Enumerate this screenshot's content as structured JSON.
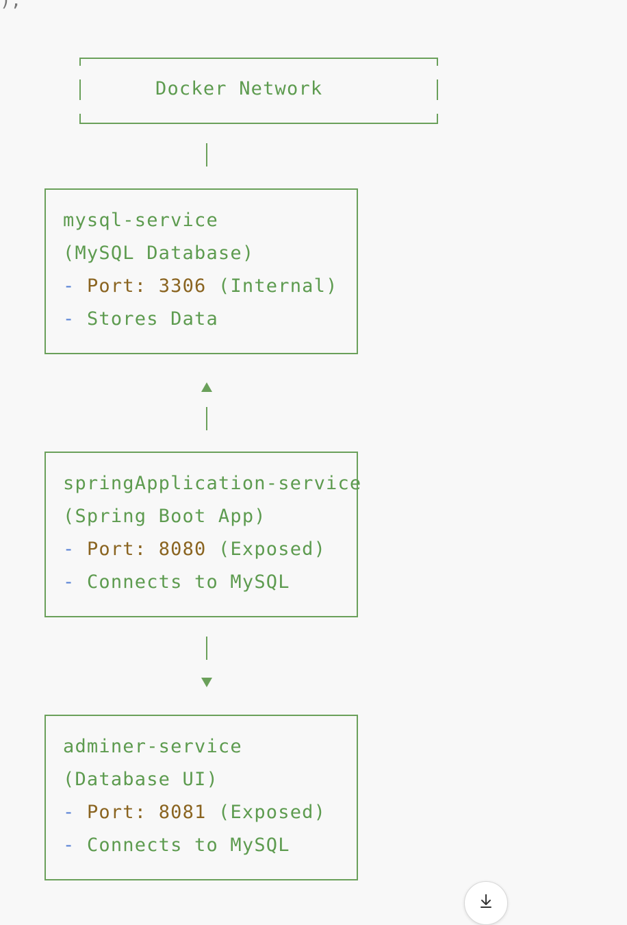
{
  "top_fragment": ");",
  "network": {
    "title": "Docker Network"
  },
  "mysql": {
    "name": "mysql-service",
    "desc": "(MySQL Database)",
    "port_key": "Port:",
    "port_num": "3306",
    "port_note": "(Internal)",
    "note": "Stores Data"
  },
  "spring": {
    "name": "springApplication-service",
    "desc": "(Spring Boot App)",
    "port_key": "Port:",
    "port_num": "8080",
    "port_note": "(Exposed)",
    "note": "Connects to MySQL"
  },
  "adminer": {
    "name": "adminer-service",
    "desc": "(Database UI)",
    "port_key": "Port:",
    "port_num": "8081",
    "port_note": "(Exposed)",
    "note": "Connects to MySQL"
  },
  "bullet": "-",
  "icons": {
    "download": "download-icon"
  },
  "colors": {
    "text": "#5d9b4f",
    "bullet": "#5b84d6",
    "number": "#8a6420",
    "line": "#6aa05a"
  }
}
